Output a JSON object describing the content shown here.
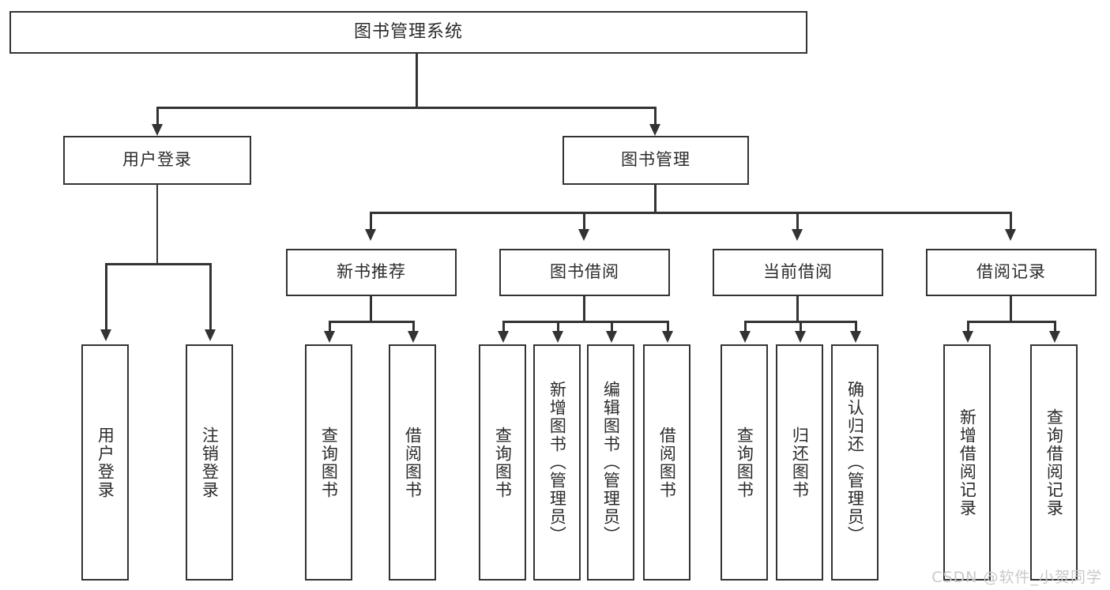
{
  "diagram": {
    "title": "图书管理系统",
    "type": "tree",
    "root": {
      "label": "图书管理系统"
    },
    "level1": [
      {
        "label": "用户登录"
      },
      {
        "label": "图书管理"
      }
    ],
    "level2": [
      {
        "label": "新书推荐"
      },
      {
        "label": "图书借阅"
      },
      {
        "label": "当前借阅"
      },
      {
        "label": "借阅记录"
      }
    ],
    "leaves": {
      "user_login": [
        {
          "label": "用户登录"
        },
        {
          "label": "注销登录"
        }
      ],
      "new_book_recommend": [
        {
          "label": "查询图书"
        },
        {
          "label": "借阅图书"
        }
      ],
      "book_borrow": [
        {
          "label": "查询图书"
        },
        {
          "label": "新增图书（管理员）"
        },
        {
          "label": "编辑图书（管理员）"
        },
        {
          "label": "借阅图书"
        }
      ],
      "current_borrow": [
        {
          "label": "查询图书"
        },
        {
          "label": "归还图书"
        },
        {
          "label": "确认归还（管理员）"
        }
      ],
      "borrow_record": [
        {
          "label": "新增借阅记录"
        },
        {
          "label": "查询借阅记录"
        }
      ]
    }
  },
  "watermark": {
    "text": "CSDN @软件_小贺同学"
  },
  "colors": {
    "stroke": "#333333",
    "fill": "#ffffff",
    "text": "#2b2b2b",
    "watermark": "#c9c9c9"
  }
}
